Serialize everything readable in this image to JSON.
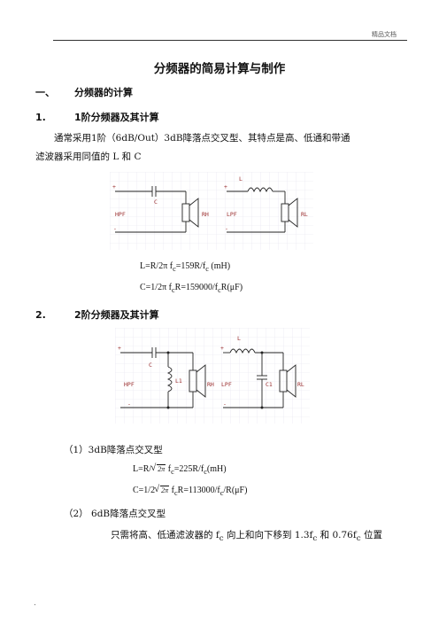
{
  "header": {
    "label": "精品文档"
  },
  "title": "分频器的简易计算与制作",
  "section1": {
    "num": "一、",
    "text": "分频器的计算"
  },
  "s1": {
    "num": "1.",
    "text": "1阶分频器及其计算",
    "para_line1": "通常采用1阶（6dB/Out）3dB降落点交叉型、其特点是高、低通和带通",
    "para_line2": "滤波器采用同值的 L 和 C",
    "figure": {
      "left_labels": {
        "plus": "+",
        "c": "C",
        "hpf": "HPF",
        "minus": "-",
        "rh": "RH"
      },
      "right_labels": {
        "plus": "+",
        "l": "L",
        "lpf": "LPF",
        "minus": "-",
        "rl": "RL"
      }
    },
    "formula_l": "L=R/2π f",
    "formula_l_rest": "=159R/f",
    "formula_l_unit": " (mH)",
    "formula_c": "C=1/2π f",
    "formula_c_mid": "R=159000/f",
    "formula_c_unit": "R(μF)",
    "sub_c": "c"
  },
  "s2": {
    "num": "2.",
    "text": "2阶分频器及其计算",
    "figure": {
      "left_labels": {
        "plus": "+",
        "c": "C",
        "l1": "L1",
        "hpf": "HPF",
        "minus": "-",
        "rh": "RH"
      },
      "right_labels": {
        "plus": "+",
        "l": "L",
        "c1": "C1",
        "lpf": "LPF",
        "minus": "-",
        "rl": "RL"
      }
    },
    "type1": "（1）3dB降落点交叉型",
    "f1_a": "L=R/",
    "f1_rad": "2π",
    "f1_b": " f",
    "f1_c": "=225R/f",
    "f1_d": "(mH)",
    "f2_a": "C=1/2",
    "f2_rad": "2π",
    "f2_b": " f",
    "f2_c": "R=113000/f",
    "f2_d": "/R(μF)",
    "type2": "（2）  6dB降落点交叉型",
    "note_a": "只需将高、低通滤波器的 f",
    "note_b": " 向上和向下移到 1.3f",
    "note_c": " 和 0.76f",
    "note_d": " 位置"
  },
  "footer": {
    "mark": "."
  }
}
